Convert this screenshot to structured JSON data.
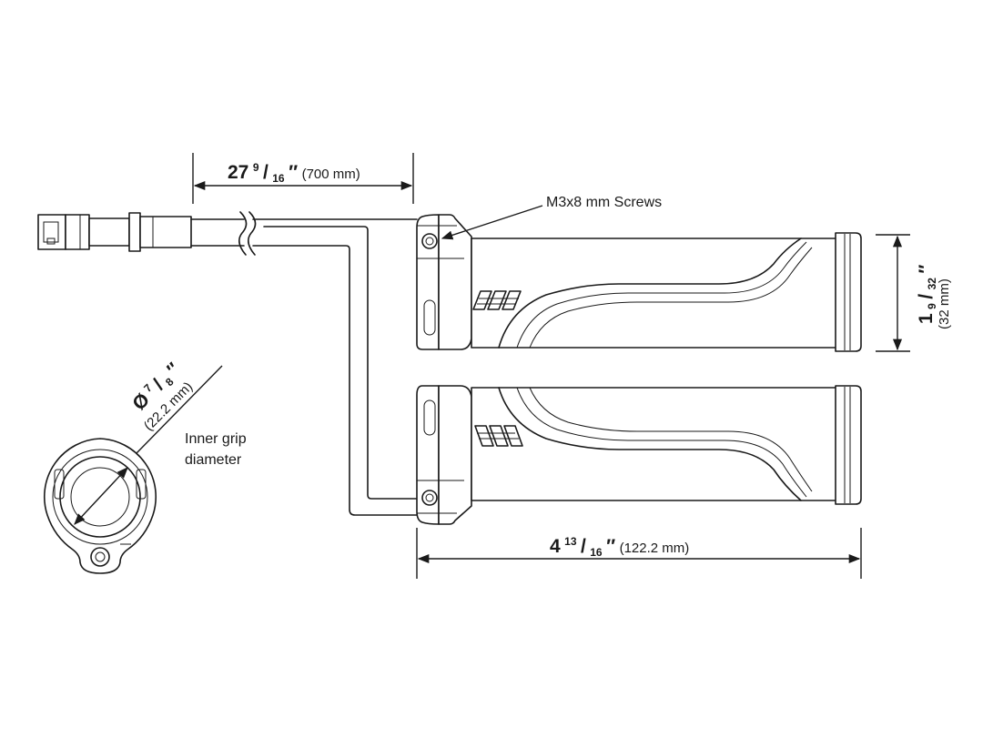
{
  "dimensions": {
    "cable_length": {
      "whole": "27",
      "num": "9",
      "den": "16",
      "inch": "″",
      "metric": "(700 mm)"
    },
    "grip_length": {
      "whole": "4",
      "num": "13",
      "den": "16",
      "inch": "″",
      "metric": "(122.2 mm)"
    },
    "grip_height": {
      "whole": "1",
      "num": "9",
      "den": "32",
      "inch": "″",
      "metric": "(32 mm)"
    },
    "inner_diameter": {
      "symbol": "Ø",
      "num": "7",
      "den": "8",
      "inch": "″",
      "metric": "(22.2 mm)"
    }
  },
  "callouts": {
    "screws": "M3x8 mm Screws",
    "inner_grip_line1": "Inner grip",
    "inner_grip_line2": "diameter"
  }
}
